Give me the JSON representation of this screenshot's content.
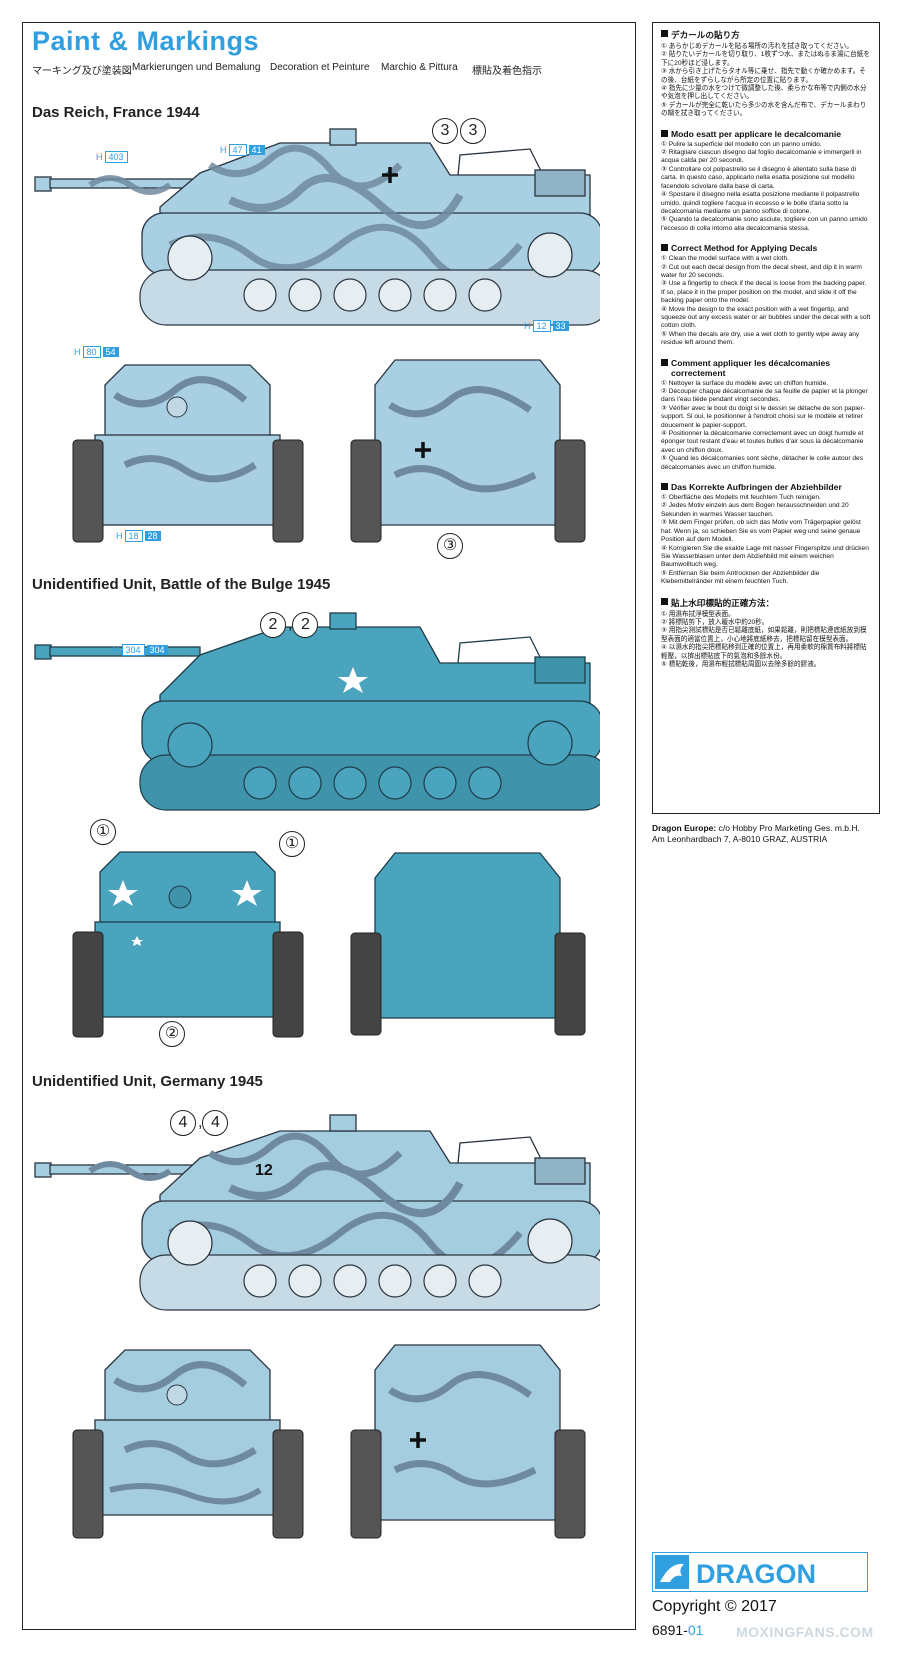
{
  "header": {
    "title": "Paint & Markings",
    "subtitles": [
      "マーキング及び塗装図",
      "Markierungen und Bemalung",
      "Decoration et Peinture",
      "Marchio & Pittura",
      "標貼及着色指示"
    ]
  },
  "schemes": [
    {
      "name": "Das Reich, France 1944",
      "color": "#a9d0e2",
      "camo": "#6f8aa0",
      "markers_side": "③③",
      "marker_front": "③",
      "tags": [
        {
          "a": "403"
        },
        {
          "a": "47",
          "b": "41"
        },
        {
          "a": "12",
          "b": "33"
        },
        {
          "a": "80",
          "b": "54"
        },
        {
          "a": "18",
          "b": "28"
        }
      ]
    },
    {
      "name": "Unidentified Unit, Battle of the Bulge 1945",
      "color": "#4aa4bd",
      "camo": "#3d90a8",
      "markers_side": "②,②",
      "marker_front_left": "①",
      "marker_front_right": "①",
      "marker_front_bottom": "②",
      "tags": [
        {
          "a": "304",
          "b": "304"
        }
      ]
    },
    {
      "name": "Unidentified Unit, Germany 1945",
      "color": "#a5cde0",
      "camo": "#6f8aa0",
      "markers_side": "④,④",
      "hull_number": "12"
    }
  ],
  "tag_prefix": "H",
  "instructions": [
    {
      "heading": "デカールの貼り方",
      "steps": [
        "① あらかじめデカールを貼る場所の汚れを拭き取ってください。",
        "② 貼りたいデカールを切り取り、1枚ずつ水、またはぬるま湯に台紙を下に20秒ほど浸します。",
        "③ 水から引き上げたらタオル等に乗せ、指先で動くか確かめます。その後、台紙をずらしながら所定の位置に貼ります。",
        "④ 指先に少量の水をつけて微調整した後、柔らかな布等で内側の水分や気泡を押し出してください。",
        "⑤ デカールが完全に乾いたら多少の水を含んだ布で、デカールまわりの糊を拭き取ってください。"
      ]
    },
    {
      "heading": "Modo esatt per applicare le decalcomanie",
      "steps": [
        "① Pulire la superficie del modello con un panno umido.",
        "② Ritagliare ciascun disegno dal foglio decalcomanie e immergerli in acqua calda per 20 secondi.",
        "③ Controllare col polpastrello se il disegno è allentato sulla base di carta. In questo caso, applicarlo nella esatta posizione sul modello facendolo scivolare dalla base di carta.",
        "④ Spostare il disegno nella esatta posizione mediante il polpastrello umido, quindi togliere l'acqua in eccesso e le bolle d'aria sotto la decalcomania mediante un panno soffice di cotone.",
        "⑤ Quando la decalcomanie sono asciute, togliere con un panno umido l'eccesso di colla intorno alla decalcomania stessa."
      ]
    },
    {
      "heading": "Correct Method for Applying Decals",
      "steps": [
        "① Clean the model surface with a wet cloth.",
        "② Cut out each decal design from the decal sheet, and dip it in warm water for 20 seconds.",
        "③ Use a fingertip to check if the decal is loose from the backing paper. If so, place it in the proper position on the model, and slide it off the backing paper onto the model.",
        "④ Move the design to the exact position with a wet fingertip, and squeeze out any excess water or air bubbles under the decal with a soft cotton cloth.",
        "⑤ When the decals are dry, use a wet cloth to gently wipe away any residue left around them."
      ]
    },
    {
      "heading": "Comment appliquer les décalcomanies correctement",
      "steps": [
        "① Nettoyer la surface du modèle avec un chiffon humide.",
        "② Découper chaque décalcomanie de sa feuille de papier et la plonger dans l'eau tiède pendant vingt secondes.",
        "③ Vérifier avec le bout du doigt si le dessin se détache de son papier-support. Si oui, le positionner à l'endroit choisi sur le modèle et retirer doucement le papier-support.",
        "④ Positionner la décalcomanie correctement avec un doigt humide et éponger tout restant d'eau et toutes bulles d'air sous la décalcomanie avec un chiffon doux.",
        "⑤ Quand les décalcomanies sont sèche, détacher le colle autour des décalcomanies avec un chiffon humide."
      ]
    },
    {
      "heading": "Das Korrekte Aufbringen der Abziehbilder",
      "steps": [
        "① Oberfläche des Modells mit feuchtem Tuch reinigen.",
        "② Jedes Motiv einzeln aus dem Bogen herausschneiden und 20 Sekunden in warmes Wasser tauchen.",
        "③ Mit dem Finger prüfen, ob sich das Motiv vom Trägerpapier gelöst hat. Wenn ja, so schieben Sie es vom Papier weg und seine genaue Position auf dem Modell.",
        "④ Korrigieren Sie die exakte Lage mit nasser Fingerspitze und drücken Sie Wasserblasen unter dem Abziehbild mit einem weichen Baumwolltuch weg.",
        "⑤ Entfernan Sie beim Antrocknen der Abziehbilder die Klebemittelränder mit einem feuchten Tuch."
      ]
    },
    {
      "heading": "貼上水印標貼的正確方法：",
      "steps": [
        "① 用濕布拭淨模型表面。",
        "② 將標貼剪下，放入暖水中約20秒。",
        "③ 用指尖測試標貼是否已鬆離底紙，如果鬆離，則把標貼連底紙放到模型表面的適當位置上，小心地將底紙移去，把標貼留在模型表面。",
        "④ 以濕水的指尖把標貼移到正確的位置上，再用柔軟的棉質布料將標貼輕壓，以擠出標貼底下的氣泡和多餘水份。",
        "⑤ 標貼乾後，用濕布輕拭標貼周圍以去除多餘的膠液。"
      ]
    }
  ],
  "address": {
    "company": "Dragon Europe:",
    "line1": "c/o Hobby Pro Marketing Ges. m.b.H.",
    "line2": "Am Leonhardbach 7, A-8010 GRAZ, AUSTRIA"
  },
  "logo_text": "DRAGON",
  "copyright": "Copyright © 2017",
  "code_main": "6891-",
  "code_suffix": "01",
  "watermark": "MOXINGFANS.COM"
}
